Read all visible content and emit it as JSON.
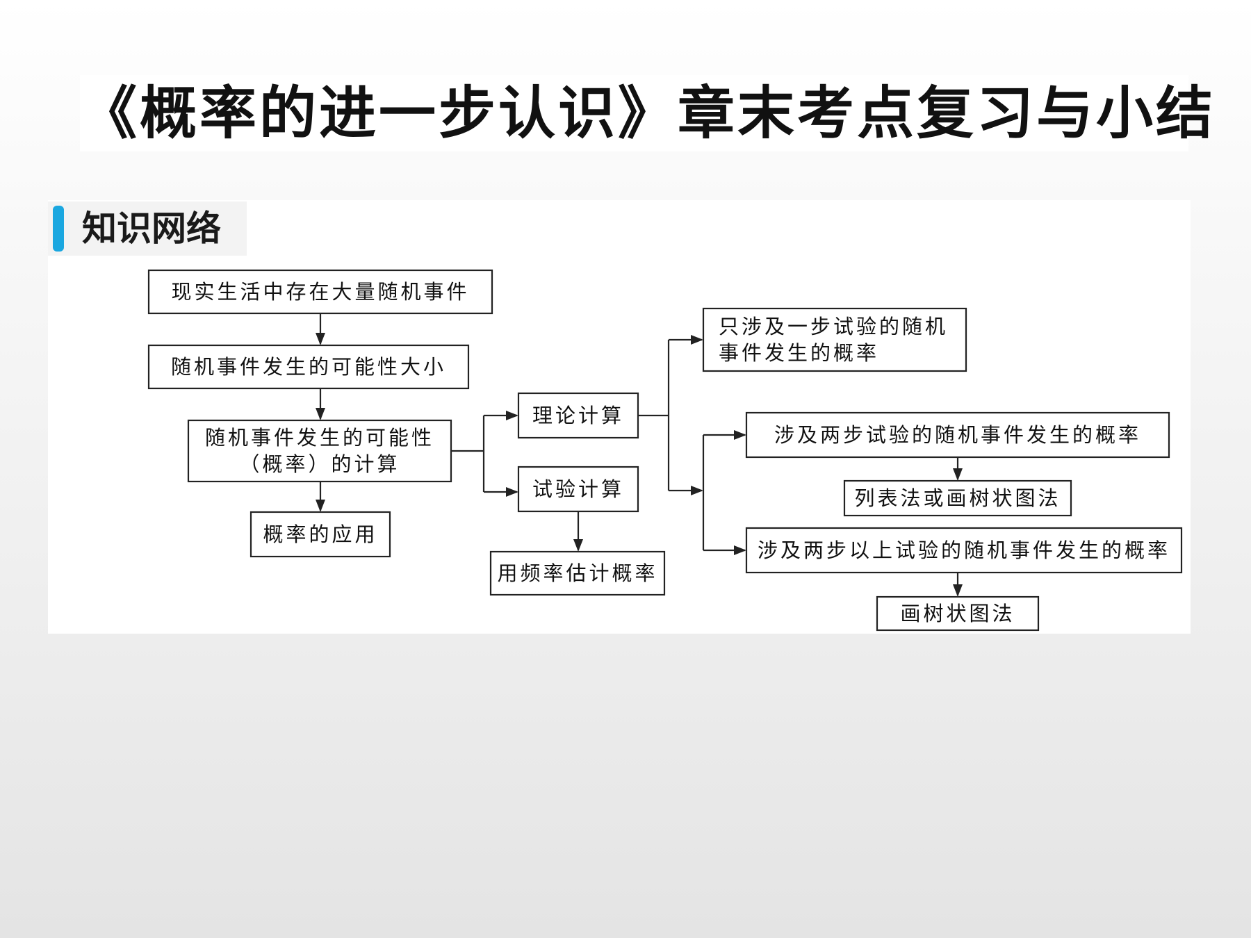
{
  "page": {
    "title": "《概率的进一步认识》章末考点复习与小结",
    "section_title": "知识网络"
  },
  "diagram": {
    "nodes": [
      {
        "id": "n1",
        "lines": [
          "现实生活中存在大量随机事件"
        ]
      },
      {
        "id": "n2",
        "lines": [
          "随机事件发生的可能性大小"
        ]
      },
      {
        "id": "n3",
        "lines": [
          "随机事件发生的可能性",
          "（概率）的计算"
        ]
      },
      {
        "id": "n4",
        "lines": [
          "概率的应用"
        ]
      },
      {
        "id": "n5",
        "lines": [
          "理论计算"
        ]
      },
      {
        "id": "n6",
        "lines": [
          "试验计算"
        ]
      },
      {
        "id": "n7",
        "lines": [
          "用频率估计概率"
        ]
      },
      {
        "id": "n8",
        "lines": [
          "只涉及一步试验的随机",
          "事件发生的概率"
        ]
      },
      {
        "id": "n9",
        "lines": [
          "涉及两步试验的随机事件发生的概率"
        ]
      },
      {
        "id": "n10",
        "lines": [
          "列表法或画树状图法"
        ]
      },
      {
        "id": "n11",
        "lines": [
          "涉及两步以上试验的随机事件发生的概率"
        ]
      },
      {
        "id": "n12",
        "lines": [
          "画树状图法"
        ]
      }
    ],
    "edges": [
      {
        "from": "n1",
        "to": "n2"
      },
      {
        "from": "n2",
        "to": "n3"
      },
      {
        "from": "n3",
        "to": "n4"
      },
      {
        "from": "n3",
        "to": "n5"
      },
      {
        "from": "n3",
        "to": "n6"
      },
      {
        "from": "n6",
        "to": "n7"
      },
      {
        "from": "n5",
        "to": "n8"
      },
      {
        "from": "n5",
        "to": "n9"
      },
      {
        "from": "n5",
        "to": "n11"
      },
      {
        "from": "n9",
        "to": "n10"
      },
      {
        "from": "n11",
        "to": "n12"
      }
    ]
  },
  "colors": {
    "accent": "#1aa7e0",
    "line": "#222222",
    "background": "#ebebeb"
  }
}
